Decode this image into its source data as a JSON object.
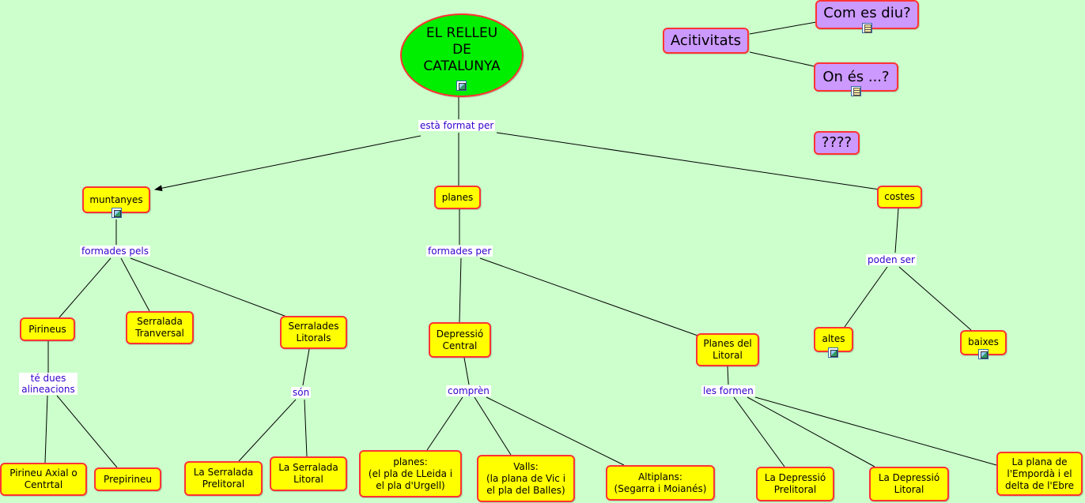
{
  "nodes": {
    "root": "EL RELLEU\nDE\nCATALUNYA",
    "acitivitats": "Acitivitats",
    "com_es_diu": "Com es diu?",
    "on_es": "On és ...?",
    "questions": "????",
    "muntanyes": "muntanyes",
    "planes": "planes",
    "costes": "costes",
    "pirineus": "Pirineus",
    "serralada_tranversal": "Serralada\nTranversal",
    "serralades_litorals": "Serralades\nLitorals",
    "depressio_central": "Depressió\nCentral",
    "planes_litoral": "Planes del\nLitoral",
    "altes": "altes",
    "baixes": "baixes",
    "pirineu_axial": "Pirineu Axial o\nCentrtal",
    "prepirineu": "Prepirineu",
    "serralada_prelitoral": "La Serralada\nPrelitoral",
    "serralada_litoral": "La Serralada\nLitoral",
    "planes_lleida": "planes:\n(el pla de LLeida i\nel pla d'Urgell)",
    "valls": "Valls:\n(la plana de Vic i\nel pla del Balles)",
    "altiplans": "Altiplans:\n(Segarra i Moianés)",
    "depressio_prelitoral": "La Depressió\nPrelitoral",
    "depressio_litoral": "La Depressió\nLitoral",
    "plana_emporda": "La plana de\nl'Empordà i el\ndelta de l'Ebre"
  },
  "links": {
    "esta_format_per": "està format per",
    "formades_pels": "formades pels",
    "formades_per": "formades per",
    "poden_ser": "poden ser",
    "te_dues": "té dues\nalineacions",
    "son": "són",
    "comprèn": "comprèn",
    "les_formen": "les formen"
  },
  "icons": {
    "root": "image-icon",
    "com_es_diu": "document-icon",
    "on_es": "document-icon",
    "muntanyes": "image-icon",
    "altes": "image-icon",
    "baixes": "image-icon"
  },
  "colors": {
    "background": "#ccffcc",
    "node_fill": "#ffff00",
    "node_border": "#ff3333",
    "root_fill": "#00ee00",
    "activity_fill": "#cc99ff",
    "link_text": "#3300cc"
  }
}
